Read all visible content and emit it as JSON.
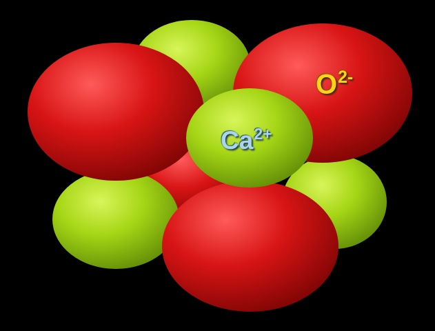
{
  "diagram": {
    "labels": {
      "oxide": {
        "symbol": "O",
        "charge": "2-"
      },
      "calcium": {
        "symbol": "Ca",
        "charge": "2+"
      }
    },
    "colors": {
      "background": "#000000",
      "oxide_ion": "#d11111",
      "calcium_ion": "#9acc12",
      "oxide_label": "#ffd21a",
      "calcium_label": "#a9d6ee"
    }
  }
}
